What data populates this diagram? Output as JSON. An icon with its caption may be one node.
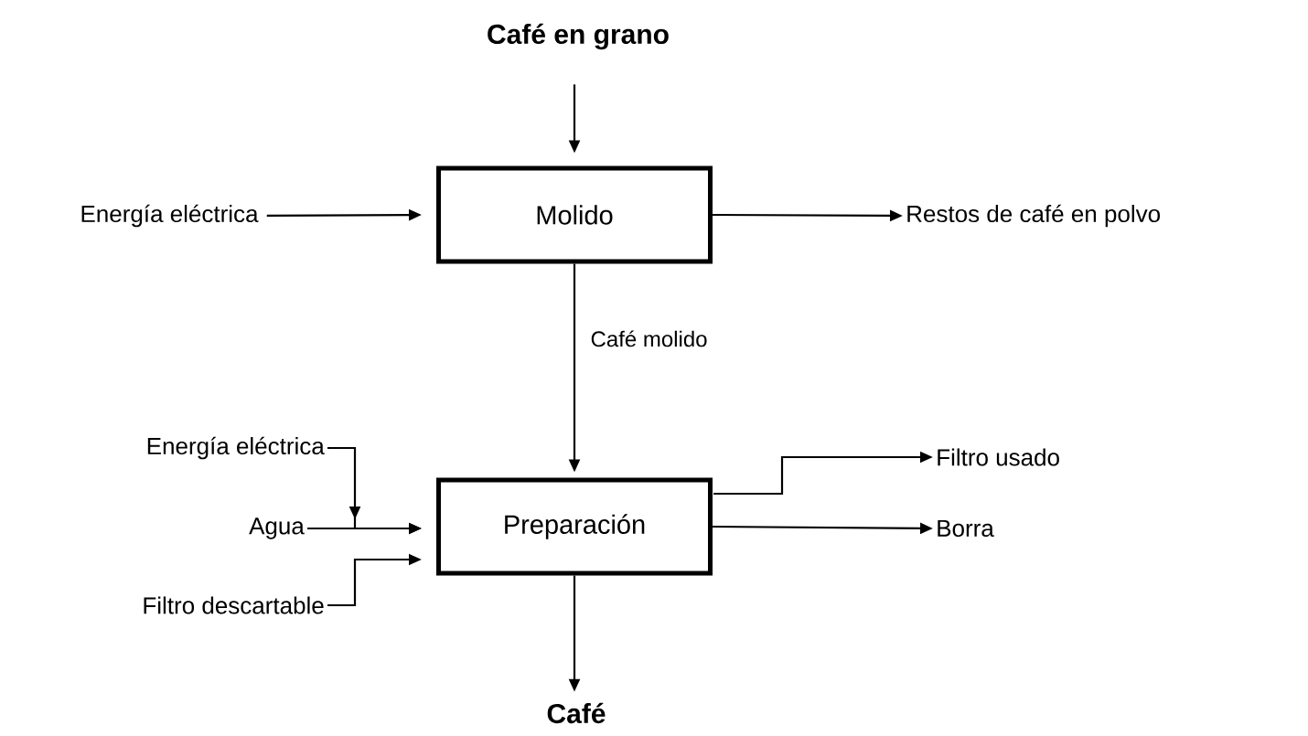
{
  "diagram": {
    "nodes": [
      {
        "text": [
          "Café en grano"
        ]
      },
      {
        "text": [
          "Energía eléctrica"
        ]
      },
      {
        "text": [
          "Molido"
        ]
      },
      {
        "text": [
          "Restos de café en polvo"
        ]
      },
      {
        "text": [
          "Energía eléctrica"
        ]
      },
      {
        "text": [
          "Agua"
        ]
      },
      {
        "text": [
          "Preparación"
        ]
      },
      {
        "text": [
          "Filtro descartable"
        ]
      },
      {
        "text": [
          "Filtro usado"
        ]
      },
      {
        "text": [
          "Borra"
        ]
      },
      {
        "text": [
          "Café"
        ]
      }
    ],
    "edges": [
      {
        "from": 0,
        "to": 2,
        "arrow": "to"
      },
      {
        "from": 1,
        "to": 2,
        "arrow": "to"
      },
      {
        "from": 2,
        "to": 3,
        "arrow": "to"
      },
      {
        "from": 2,
        "to": 6,
        "arrow": "to",
        "label": "Café molido"
      },
      {
        "from": 4,
        "to": 6,
        "arrow": "to"
      },
      {
        "from": 5,
        "to": 6,
        "arrow": "to"
      },
      {
        "from": 7,
        "to": 6,
        "arrow": "to"
      },
      {
        "from": 6,
        "to": 8,
        "arrow": "to"
      },
      {
        "from": 6,
        "to": 9,
        "arrow": "to"
      },
      {
        "from": 6,
        "to": 10,
        "arrow": "to"
      }
    ]
  }
}
